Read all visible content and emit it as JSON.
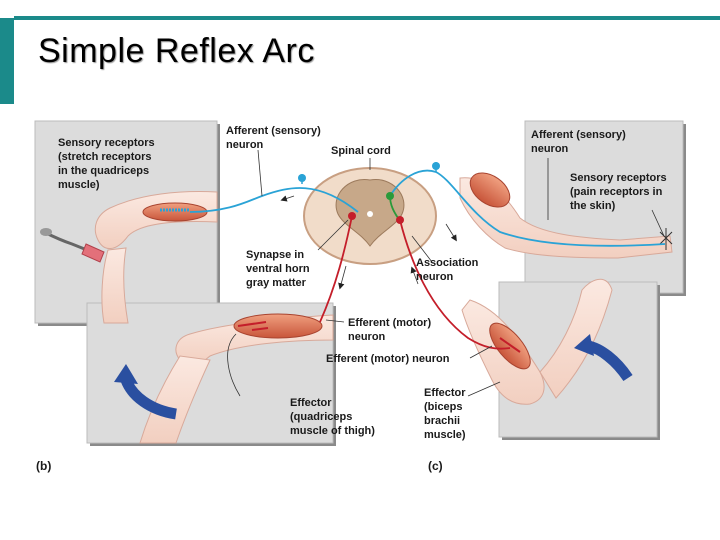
{
  "slide": {
    "title": "Simple Reflex Arc"
  },
  "colors": {
    "accent": "#1b8a8a",
    "sensory_neuron": "#2aa3d6",
    "motor_neuron": "#c41e2a",
    "association_neuron": "#2a9a3a",
    "muscle": "#e07a5a",
    "arrow": "#2a4fa0",
    "panel": "#d9d9d9"
  },
  "labels": {
    "sensory_receptors_b": [
      "Sensory receptors",
      "(stretch receptors",
      "in the quadriceps",
      "muscle)"
    ],
    "afferent_b": [
      "Afferent (sensory)",
      "neuron"
    ],
    "spinal_cord": "Spinal cord",
    "synapse": [
      "Synapse in",
      "ventral horn",
      "gray matter"
    ],
    "efferent_b": [
      "Efferent (motor)",
      "neuron"
    ],
    "effector_b": [
      "Effector",
      "(quadriceps",
      "muscle of thigh)"
    ],
    "afferent_c": [
      "Afferent (sensory)",
      "neuron"
    ],
    "sensory_receptors_c": [
      "Sensory receptors",
      "(pain receptors in",
      "the skin)"
    ],
    "association": [
      "Association",
      "neuron"
    ],
    "efferent_c": "Efferent (motor) neuron",
    "effector_c": [
      "Effector",
      "(biceps",
      "brachii",
      "muscle)"
    ],
    "panel_b": "(b)",
    "panel_c": "(c)"
  },
  "icons": [
    "reflex-hammer-icon",
    "rotation-arrow-icon",
    "sensory-receptor-icon"
  ]
}
